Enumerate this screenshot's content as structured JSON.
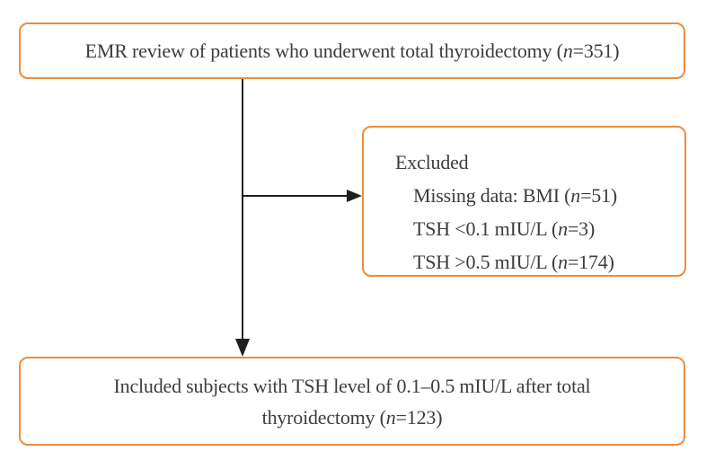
{
  "figure": {
    "type": "study-flow-diagram",
    "boxes": {
      "top": {
        "text_prefix": "EMR review of patients who underwent total thyroidectomy (",
        "n_symbol": "n",
        "text_suffix": "=351)"
      },
      "excluded": {
        "title": "Excluded",
        "items": [
          {
            "prefix": "Missing data: BMI (",
            "n_symbol": "n",
            "suffix": "=51)"
          },
          {
            "prefix": "TSH <0.1 mIU/L (",
            "n_symbol": "n",
            "suffix": "=3)"
          },
          {
            "prefix": "TSH >0.5 mIU/L (",
            "n_symbol": "n",
            "suffix": "=174)"
          }
        ]
      },
      "included": {
        "line1": "Included subjects with TSH level of 0.1–0.5 mIU/L after total",
        "line2_prefix": "thyroidectomy (",
        "n_symbol": "n",
        "line2_suffix": "=123)"
      }
    },
    "counts": {
      "reviewed": 351,
      "excluded_missing_bmi": 51,
      "excluded_tsh_below_0_1": 3,
      "excluded_tsh_above_0_5": 174,
      "included": 123
    }
  },
  "colors": {
    "box-border": "#EE8C3C",
    "text": "#3D3D3D",
    "arrow": "#1F1F1F",
    "background": "#FFFFFF"
  }
}
